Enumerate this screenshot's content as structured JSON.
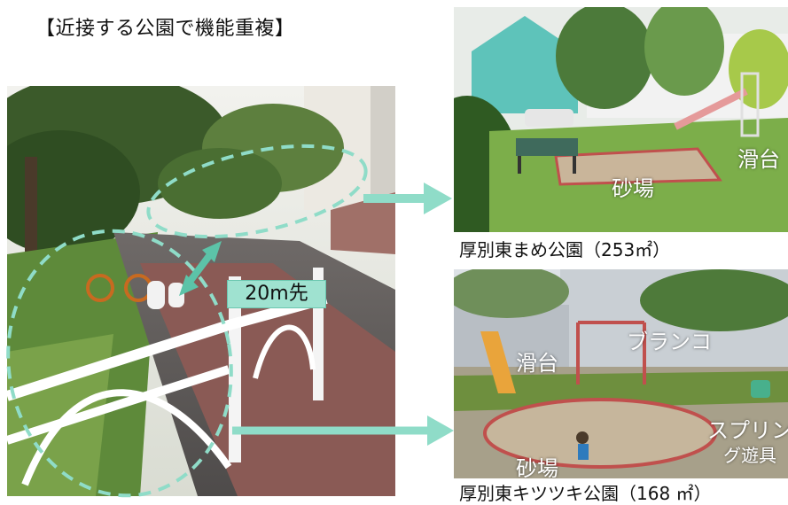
{
  "page": {
    "title": "【近接する公園で機能重複】"
  },
  "street_photo": {
    "distance_label": "20m先"
  },
  "park_top": {
    "caption": "厚別東まめ公園（253㎡）",
    "labels": {
      "slide": "滑台",
      "sandbox": "砂場"
    }
  },
  "park_bottom": {
    "caption": "厚別東キツツキ公園（168 ㎡）",
    "labels": {
      "slide": "滑台",
      "swing": "ブランコ",
      "spring_toy_line1": "スプリン",
      "spring_toy_line2": "グ遊具",
      "sandbox": "砂場"
    }
  },
  "colors": {
    "accent": "#8fdcc8",
    "accent_dark": "#5cc3a8"
  }
}
